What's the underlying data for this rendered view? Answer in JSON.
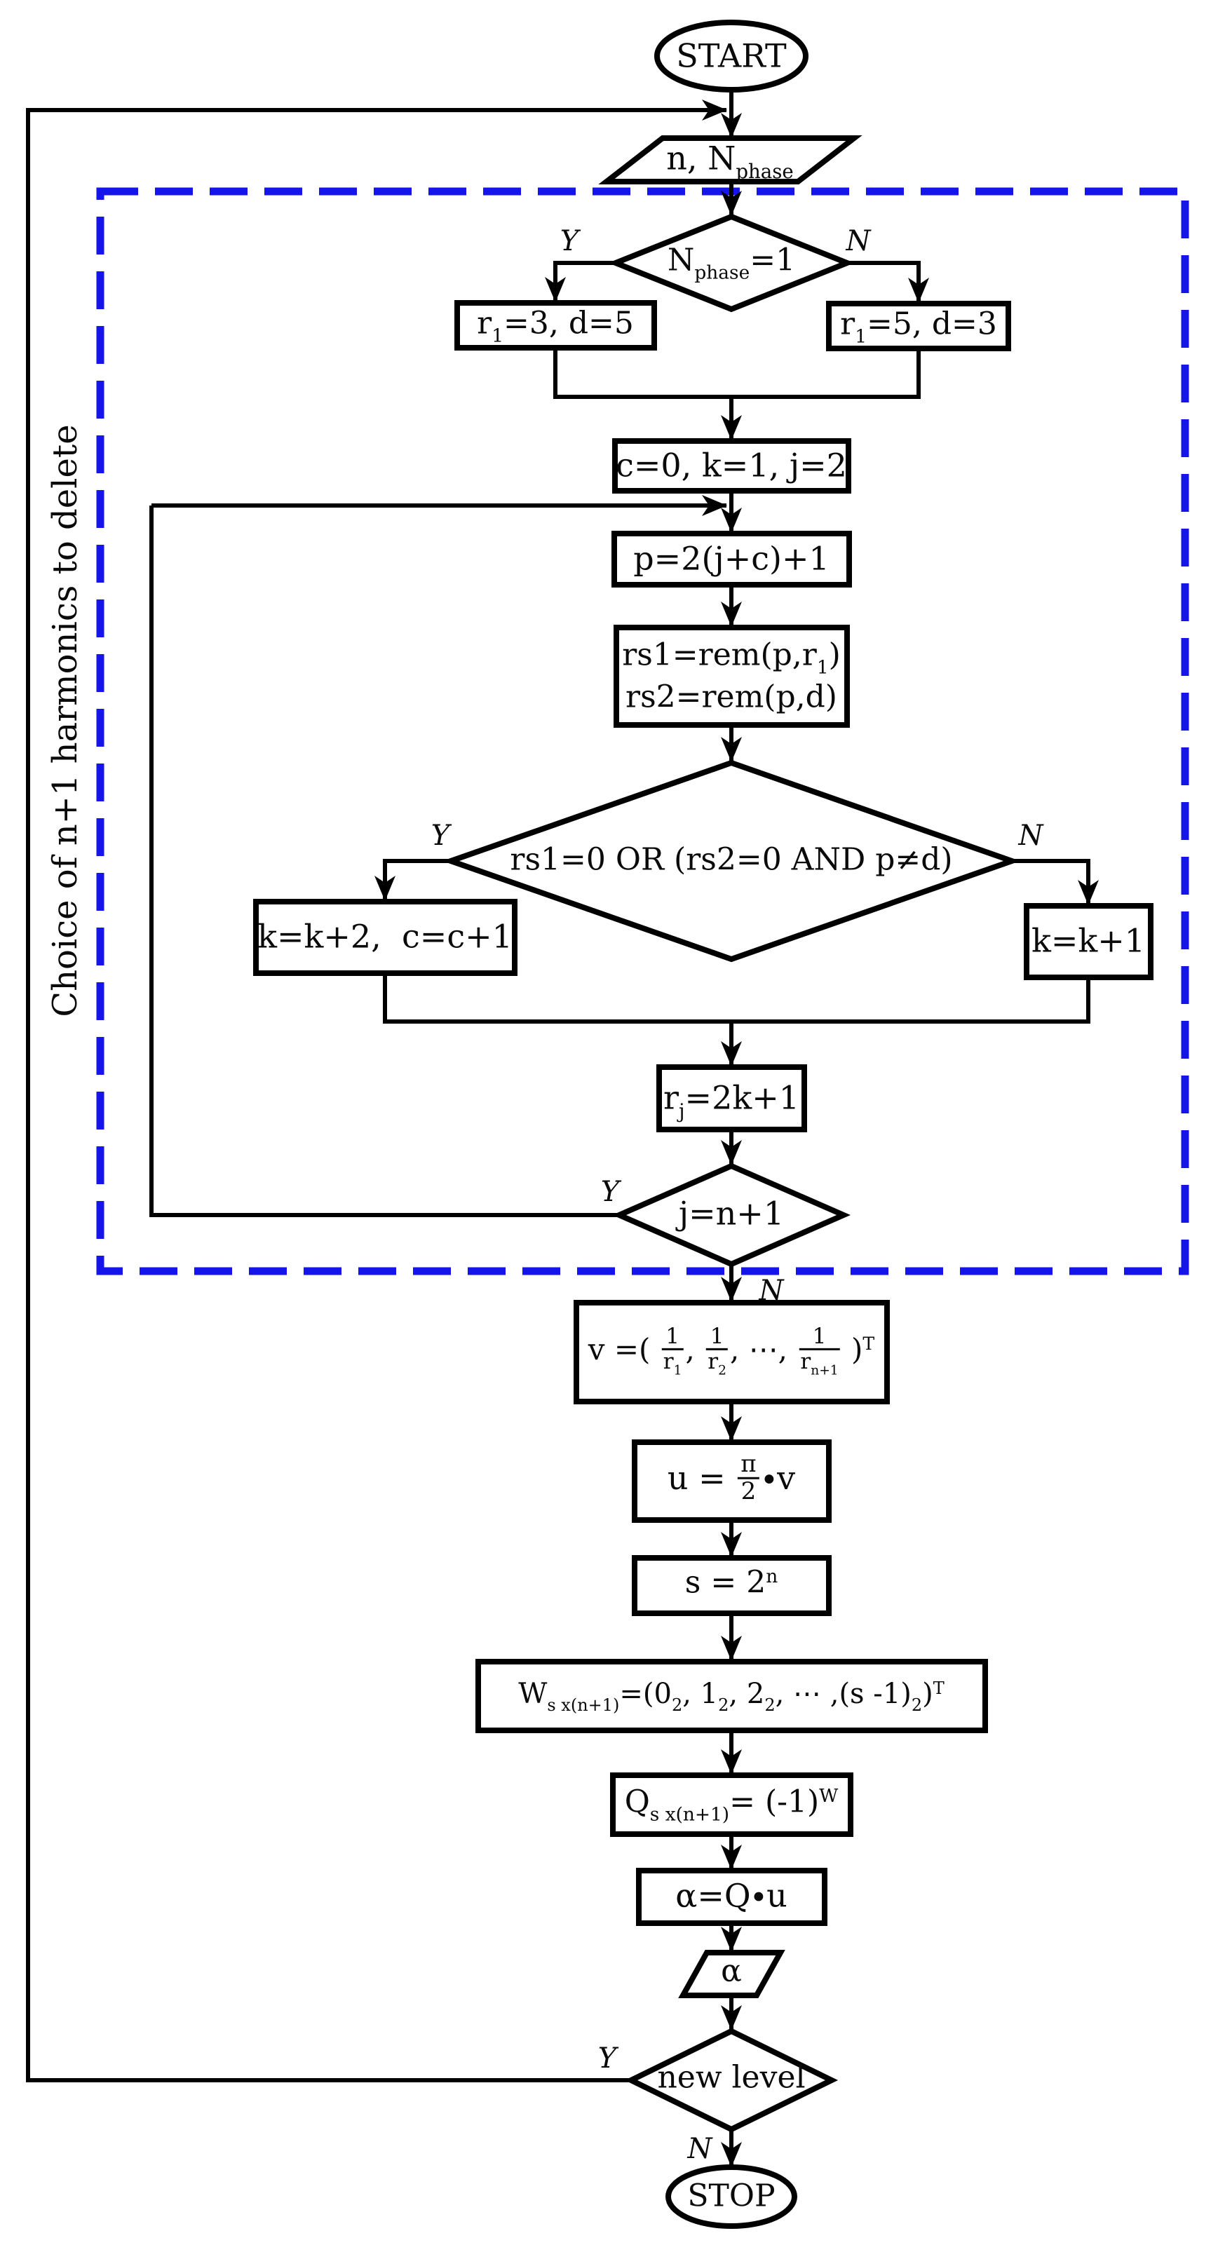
{
  "figure": {
    "background": "#ffffff",
    "line_color": "#000000",
    "loop_region": {
      "label": "Choice of n+1 harmonics to delete",
      "border_color": "#1414eb"
    },
    "branch_labels": {
      "yes": "Y",
      "no": "N"
    }
  },
  "nodes": {
    "start": {
      "type": "terminator",
      "text": "START"
    },
    "input_params": {
      "type": "input",
      "text": "n, N~{phase}"
    },
    "check_nphase": {
      "type": "decision",
      "text": "N~{phase}=1"
    },
    "set_r1_3": {
      "type": "process",
      "text": "r~{1}=3, d=5"
    },
    "set_r1_5": {
      "type": "process",
      "text": "r~{1}=5, d=3"
    },
    "init_counters": {
      "type": "process",
      "text": "c=0, k=1, j=2"
    },
    "compute_p": {
      "type": "process",
      "text": "p=2(j+c)+1"
    },
    "compute_remainders": {
      "type": "process",
      "line1": "rs1=rem(p,r~{1})",
      "line2": "rs2=rem(p,d)"
    },
    "check_remainders": {
      "type": "decision",
      "text": "rs1=0 OR (rs2=0 AND p≠d)"
    },
    "update_k_c": {
      "type": "process",
      "text": "k=k+2,  c=c+1"
    },
    "update_k": {
      "type": "process",
      "text": "k=k+1"
    },
    "compute_rj": {
      "type": "process",
      "text": "r~{j}=2k+1"
    },
    "check_j": {
      "type": "decision",
      "text": "j=n+1"
    },
    "compute_v": {
      "type": "process",
      "text": "v =( {f|1|r~{1}}, {f|1|r~{2}}, ⋯, {f|1|r~{n+1}} )^{T}"
    },
    "compute_u": {
      "type": "process",
      "text": "u = {f|π|2}∙v"
    },
    "compute_s": {
      "type": "process",
      "text": "s = 2^{n}"
    },
    "compute_w": {
      "type": "process",
      "text": "W~{s x(n+1)}=(0~{2}, 1~{2}, 2~{2}, ⋯ ,(s -1)~{2})^{T}"
    },
    "compute_q": {
      "type": "process",
      "text": "Q~{s x(n+1)}= (-1)^{W}"
    },
    "compute_alpha": {
      "type": "process",
      "text": "α=Q∙u"
    },
    "output_alpha": {
      "type": "output",
      "text": "α"
    },
    "check_new_level": {
      "type": "decision",
      "text": "new level"
    },
    "stop": {
      "type": "terminator",
      "text": "STOP"
    }
  }
}
